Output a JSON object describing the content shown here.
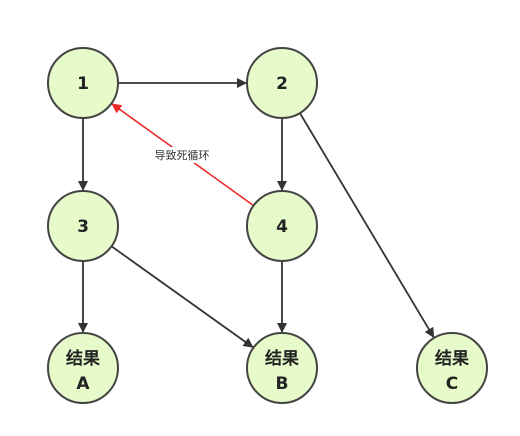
{
  "colors": {
    "node_fill": "#e6fbc9",
    "node_stroke": "#444444",
    "edge": "#333333",
    "loop_edge": "#ee2a2a",
    "background": "#ffffff"
  },
  "nodes": {
    "n1": {
      "line1": "1"
    },
    "n2": {
      "line1": "2"
    },
    "n3": {
      "line1": "3"
    },
    "n4": {
      "line1": "4"
    },
    "result_a": {
      "line1": "结果",
      "line2": "A"
    },
    "result_b": {
      "line1": "结果",
      "line2": "B"
    },
    "result_c": {
      "line1": "结果",
      "line2": "C"
    }
  },
  "edges": [
    {
      "from": "n1",
      "to": "n2"
    },
    {
      "from": "n1",
      "to": "n3"
    },
    {
      "from": "n2",
      "to": "n4"
    },
    {
      "from": "n2",
      "to": "result_c"
    },
    {
      "from": "n4",
      "to": "n1",
      "highlight": true
    },
    {
      "from": "n4",
      "to": "result_b"
    },
    {
      "from": "n3",
      "to": "result_a"
    },
    {
      "from": "n3",
      "to": "result_b"
    }
  ],
  "annotations": {
    "loop_label": "导致死循环"
  }
}
